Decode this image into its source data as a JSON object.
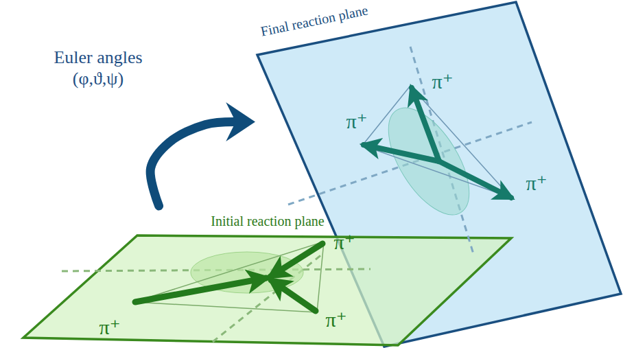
{
  "diagram": {
    "nodes": [
      {
        "text": [
          "Final reaction plane",
          "π⁺",
          "π⁺",
          "π⁺"
        ]
      },
      {
        "text": [
          "Initial reaction plane",
          "π⁺",
          "π⁺",
          "π⁺"
        ]
      }
    ],
    "edges": [
      {
        "from": 1,
        "to": 0,
        "arrow": "to",
        "label": "Euler angles (φ,ϑ,ψ)"
      }
    ]
  }
}
